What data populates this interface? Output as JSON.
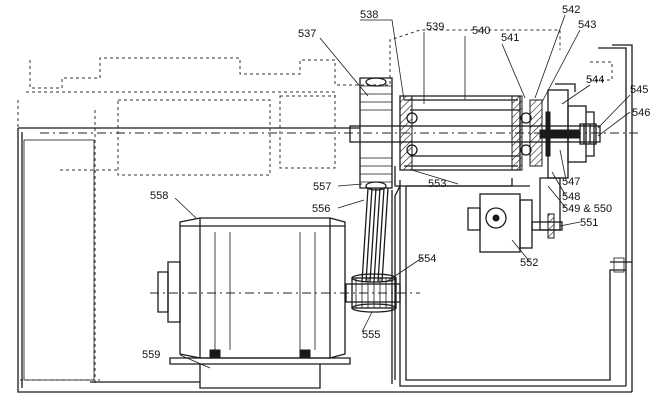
{
  "labels": {
    "l537": "537",
    "l538": "538",
    "l539": "539",
    "l540": "540",
    "l541": "541",
    "l542": "542",
    "l543": "543",
    "l544": "544",
    "l545": "545",
    "l546": "546",
    "l547": "547",
    "l548": "548",
    "l549": "549 & 550",
    "l551": "551",
    "l552": "552",
    "l553": "553",
    "l554": "554",
    "l555": "555",
    "l556": "556",
    "l557": "557",
    "l558": "558",
    "l559": "559"
  }
}
